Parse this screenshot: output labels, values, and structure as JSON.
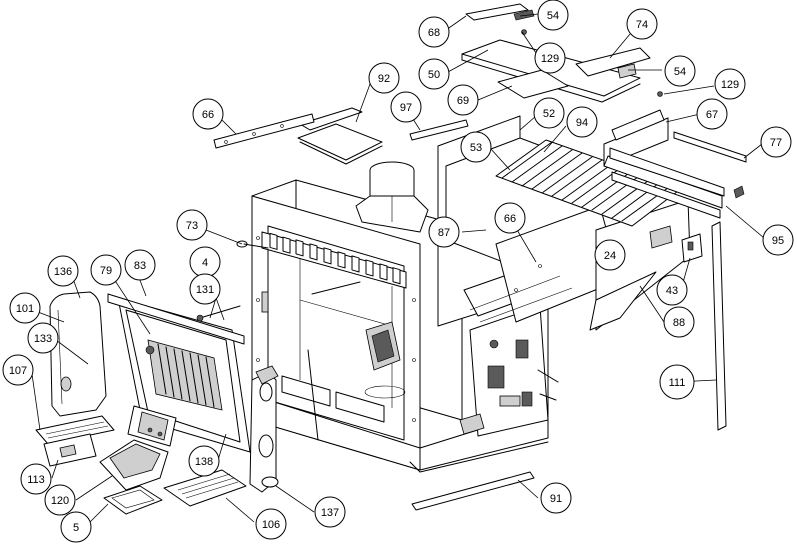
{
  "callouts": [
    {
      "id": "c68",
      "label": "68"
    },
    {
      "id": "c54a",
      "label": "54"
    },
    {
      "id": "c74",
      "label": "74"
    },
    {
      "id": "c129a",
      "label": "129"
    },
    {
      "id": "c50",
      "label": "50"
    },
    {
      "id": "c54b",
      "label": "54"
    },
    {
      "id": "c129b",
      "label": "129"
    },
    {
      "id": "c69",
      "label": "69"
    },
    {
      "id": "c92",
      "label": "92"
    },
    {
      "id": "c66a",
      "label": "66"
    },
    {
      "id": "c97",
      "label": "97"
    },
    {
      "id": "c52",
      "label": "52"
    },
    {
      "id": "c94",
      "label": "94"
    },
    {
      "id": "c67",
      "label": "67"
    },
    {
      "id": "c77",
      "label": "77"
    },
    {
      "id": "c53",
      "label": "53"
    },
    {
      "id": "c66b",
      "label": "66"
    },
    {
      "id": "c87",
      "label": "87"
    },
    {
      "id": "c24",
      "label": "24"
    },
    {
      "id": "c95",
      "label": "95"
    },
    {
      "id": "c73",
      "label": "73"
    },
    {
      "id": "c43",
      "label": "43"
    },
    {
      "id": "c88",
      "label": "88"
    },
    {
      "id": "c136",
      "label": "136"
    },
    {
      "id": "c79",
      "label": "79"
    },
    {
      "id": "c83",
      "label": "83"
    },
    {
      "id": "c4",
      "label": "4"
    },
    {
      "id": "c131",
      "label": "131"
    },
    {
      "id": "c111",
      "label": "111"
    },
    {
      "id": "c101",
      "label": "101"
    },
    {
      "id": "c133",
      "label": "133"
    },
    {
      "id": "c107",
      "label": "107"
    },
    {
      "id": "c138",
      "label": "138"
    },
    {
      "id": "c113",
      "label": "113"
    },
    {
      "id": "c120",
      "label": "120"
    },
    {
      "id": "c5",
      "label": "5"
    },
    {
      "id": "c106",
      "label": "106"
    },
    {
      "id": "c137",
      "label": "137"
    },
    {
      "id": "c91",
      "label": "91"
    }
  ]
}
